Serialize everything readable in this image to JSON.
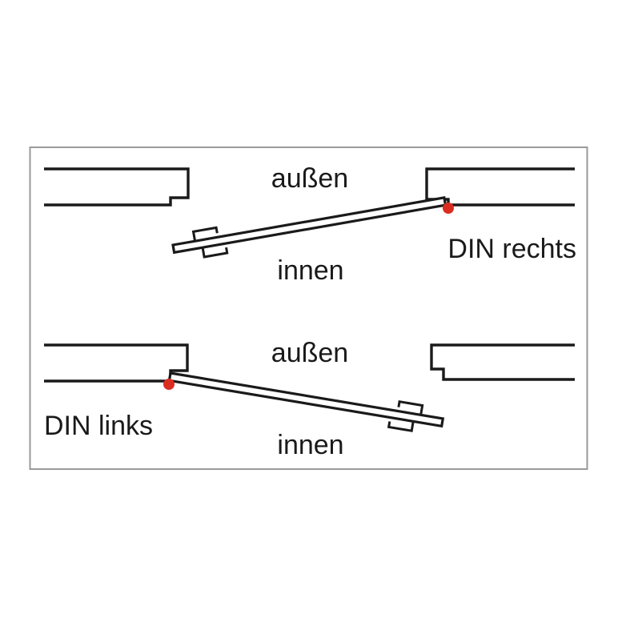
{
  "diagram": {
    "kind": "door-hinge-direction-diagram",
    "sections": {
      "rechts": {
        "outside_label": "außen",
        "inside_label": "innen",
        "din_label": "DIN rechts",
        "hinge_side": "right"
      },
      "links": {
        "outside_label": "außen",
        "inside_label": "innen",
        "din_label": "DIN links",
        "hinge_side": "left"
      }
    },
    "icons": {
      "hinge_marker": "red-hinge-point-dot"
    },
    "colors": {
      "background": "#ffffff",
      "line": "#1a1a1a",
      "text": "#1a1a1a",
      "hinge_dot": "#da2c1f",
      "frame_border": "#9a9a9a"
    }
  }
}
